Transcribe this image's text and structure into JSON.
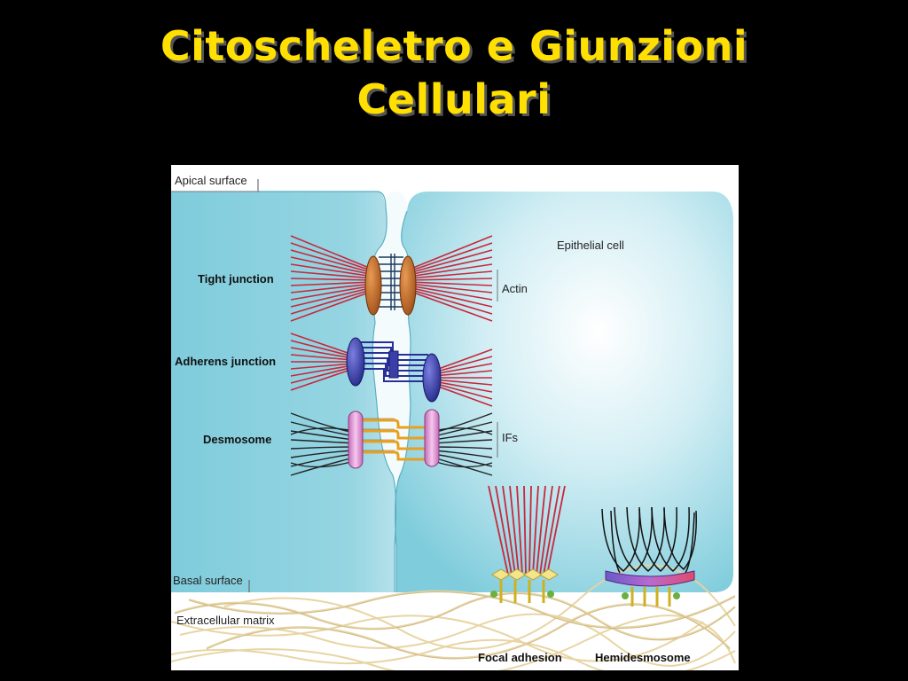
{
  "title": {
    "line1": "Citoscheletro e Giunzioni",
    "line2": "Cellulari"
  },
  "diagram": {
    "labels": {
      "apical_surface": "Apical surface",
      "basal_surface": "Basal surface",
      "epithelial_cell": "Epithelial cell",
      "extracellular_matrix": "Extracellular matrix",
      "tight_junction": "Tight junction",
      "adherens_junction": "Adherens junction",
      "desmosome": "Desmosome",
      "actin": "Actin",
      "ifs": "IFs",
      "focal_adhesion": "Focal adhesion",
      "hemidesmosome": "Hemidesmosome"
    },
    "colors": {
      "background": "#000000",
      "title": "#FFE000",
      "cell": "#7FCCDC",
      "actin": "#C8283C",
      "intermediate_filaments": "#222222",
      "tight_junction_protein": "#C0651E",
      "adherens_protein": "#3A3FA8",
      "desmosome_plaque": "#E79CD8",
      "desmosome_linker": "#E8A020",
      "matrix_fiber": "#EAD8A8"
    }
  }
}
